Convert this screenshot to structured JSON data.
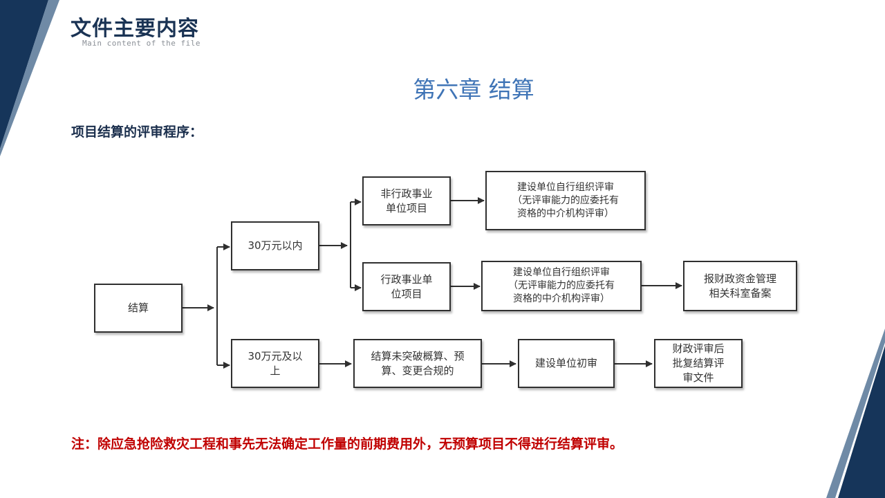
{
  "header": {
    "title": "文件主要内容",
    "subtitle": "Main content of the file"
  },
  "chapter_title": "第六章  结算",
  "section_label": "项目结算的评审程序：",
  "flowchart": {
    "root": "结算",
    "branch_under_30": "30万元以内",
    "non_admin_unit": "非行政事业\n单位项目",
    "non_admin_review": "建设单位自行组织评审\n（无评审能力的应委托有\n资格的中介机构评审）",
    "admin_unit": "行政事业单\n位项目",
    "admin_review": "建设单位自行组织评审\n（无评审能力的应委托有\n资格的中介机构评审）",
    "admin_filing": "报财政资金管理\n相关科室备案",
    "branch_30_above": "30万元及以\n上",
    "compliant": "结算未突破概算、预\n算、变更合规的",
    "initial_review": "建设单位初审",
    "finance_approval": "财政评审后\n批复结算评\n审文件"
  },
  "note": "注：除应急抢险救灾工程和事先无法确定工作量的前期费用外，无预算项目不得进行结算评审。",
  "colors": {
    "navy": "#16355a",
    "steel": "#5d7c9c",
    "title_blue": "#3f74b6",
    "note_red": "#c00000"
  }
}
